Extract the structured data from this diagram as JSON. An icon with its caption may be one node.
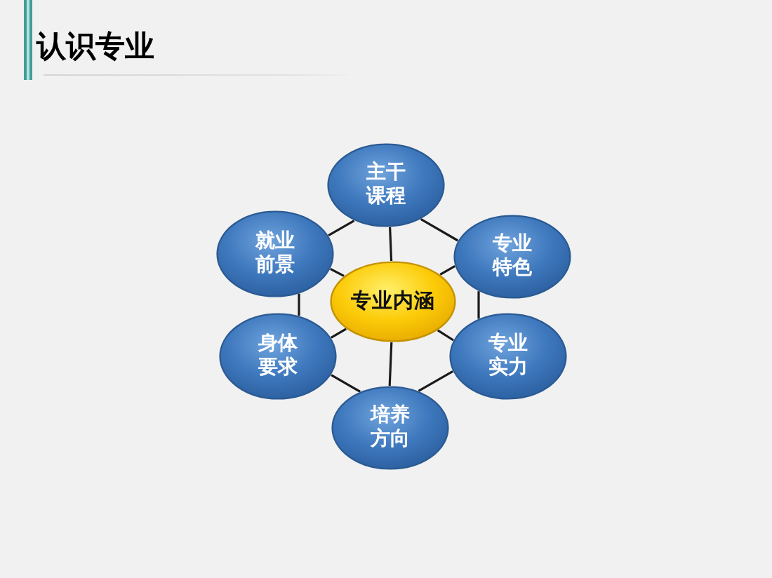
{
  "diagram": {
    "title": "认识专业",
    "nodes": [
      {
        "text": [
          "主干课程"
        ]
      },
      {
        "text": [
          "就业前景"
        ]
      },
      {
        "text": [
          "专业特色"
        ]
      },
      {
        "text": [
          "专业内涵"
        ]
      },
      {
        "text": [
          "身体要求"
        ]
      },
      {
        "text": [
          "专业实力"
        ]
      },
      {
        "text": [
          "培养方向"
        ]
      }
    ],
    "edges": [
      {
        "from": 3,
        "to": 0,
        "arrow": "none"
      },
      {
        "from": 3,
        "to": 1,
        "arrow": "none"
      },
      {
        "from": 3,
        "to": 2,
        "arrow": "none"
      },
      {
        "from": 3,
        "to": 4,
        "arrow": "none"
      },
      {
        "from": 3,
        "to": 5,
        "arrow": "none"
      },
      {
        "from": 3,
        "to": 6,
        "arrow": "none"
      },
      {
        "from": 0,
        "to": 1,
        "arrow": "none"
      },
      {
        "from": 0,
        "to": 2,
        "arrow": "none"
      },
      {
        "from": 1,
        "to": 4,
        "arrow": "none"
      },
      {
        "from": 2,
        "to": 5,
        "arrow": "none"
      },
      {
        "from": 4,
        "to": 6,
        "arrow": "none"
      },
      {
        "from": 5,
        "to": 6,
        "arrow": "none"
      }
    ]
  }
}
